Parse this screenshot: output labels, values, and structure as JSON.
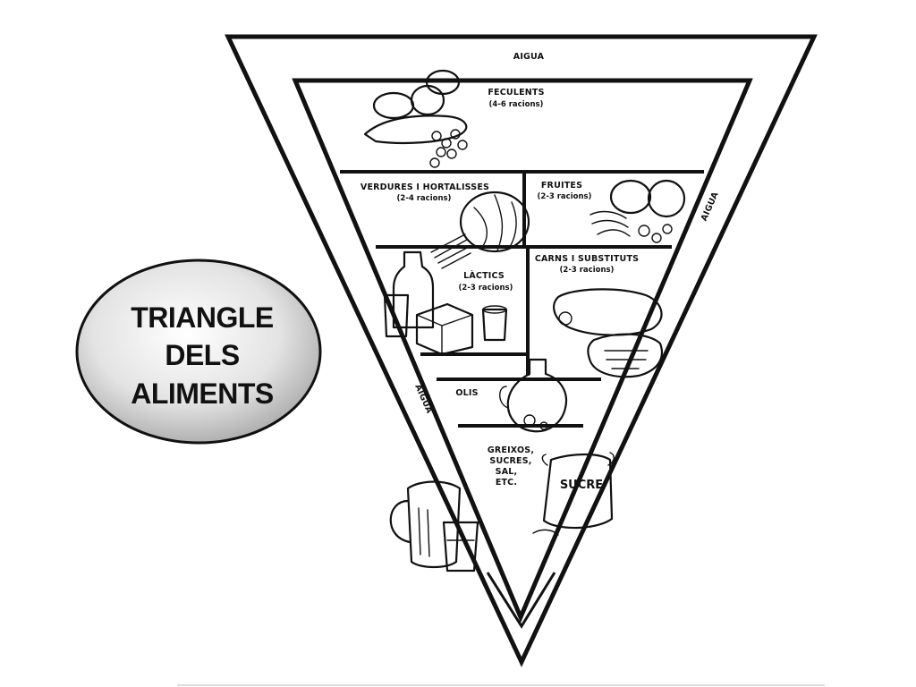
{
  "badge": {
    "lines": [
      "TRIANGLE",
      "DELS",
      "ALIMENTS"
    ]
  },
  "pyramid": {
    "water_label_top": "AIGUA",
    "water_label_right": "AIGUA",
    "water_label_left": "AIGUA",
    "sections": {
      "feculents": {
        "name": "FECULENTS",
        "portions": "(4-6 racions)"
      },
      "verdures": {
        "name": "VERDURES I HORTALISSES",
        "portions": "(2-4 racions)"
      },
      "fruites": {
        "name": "FRUITES",
        "portions": "(2-3 racions)"
      },
      "lactics": {
        "name": "LÀCTICS",
        "portions": "(2-3 racions)"
      },
      "carns": {
        "name": "CARNS I SUBSTITUTS",
        "portions": "(2-3 racions)"
      },
      "olis": {
        "name": "OLIS"
      },
      "greixos": {
        "lines": [
          "GREIXOS,",
          "SUCRES,",
          "SAL,",
          "ETC."
        ]
      }
    },
    "sugar_bag_label": "SUCRE"
  },
  "colors": {
    "ink": "#111111",
    "badge_fill_light": "#ffffff",
    "badge_fill_dark": "#9a9a9a"
  }
}
